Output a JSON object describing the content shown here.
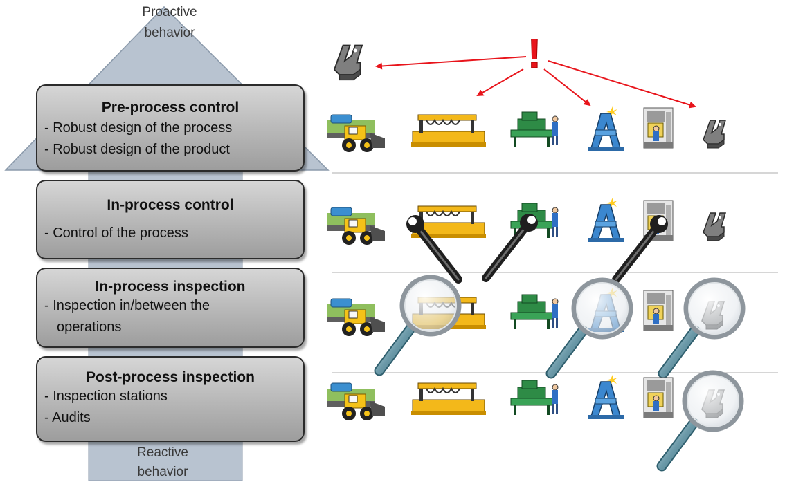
{
  "arrow": {
    "top_label_line1": "Proactive",
    "top_label_line2": "behavior",
    "bottom_label_line1": "Reactive",
    "bottom_label_line2": "behavior",
    "fill_color": "#b8c3d0"
  },
  "levels": [
    {
      "title": "Pre-process control",
      "items": [
        "- Robust design of the process",
        "- Robust design of the product"
      ]
    },
    {
      "title": "In-process control",
      "items": [
        "- Control of the process"
      ]
    },
    {
      "title": "In-process inspection",
      "items": [
        "- Inspection in/between the",
        "operations"
      ]
    },
    {
      "title": "Post-process inspection",
      "items": [
        "- Inspection stations",
        "- Audits"
      ]
    }
  ],
  "alert": {
    "symbol": "!",
    "color": "#e8141b"
  },
  "process_steps": [
    "loader-machine",
    "cutting-machine",
    "press-machine",
    "welding-fixture",
    "assembly-station",
    "product-part"
  ],
  "icons": {
    "control": "wrench-icon",
    "inspection": "magnifier-icon"
  }
}
